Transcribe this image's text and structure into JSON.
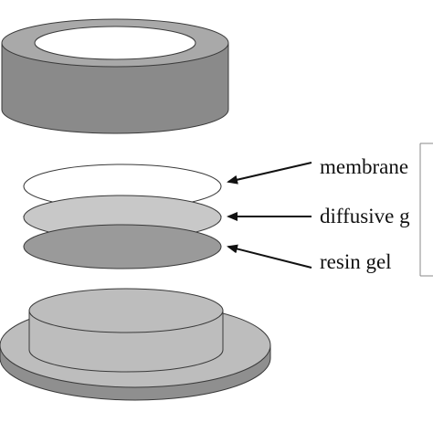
{
  "labels": {
    "membrane": "membrane",
    "diffusive": "diffusive g",
    "resin": "resin gel"
  },
  "colors": {
    "cap_face": "#8a8a8a",
    "cap_top": "#a9a9a9",
    "membrane": "#ffffff",
    "diffusive": "#c8c8c8",
    "resin": "#9a9a9a",
    "base_side": "#8f8f8f",
    "base_top": "#bdbdbd",
    "outline": "#3a3a3a",
    "arrow": "#111111"
  }
}
